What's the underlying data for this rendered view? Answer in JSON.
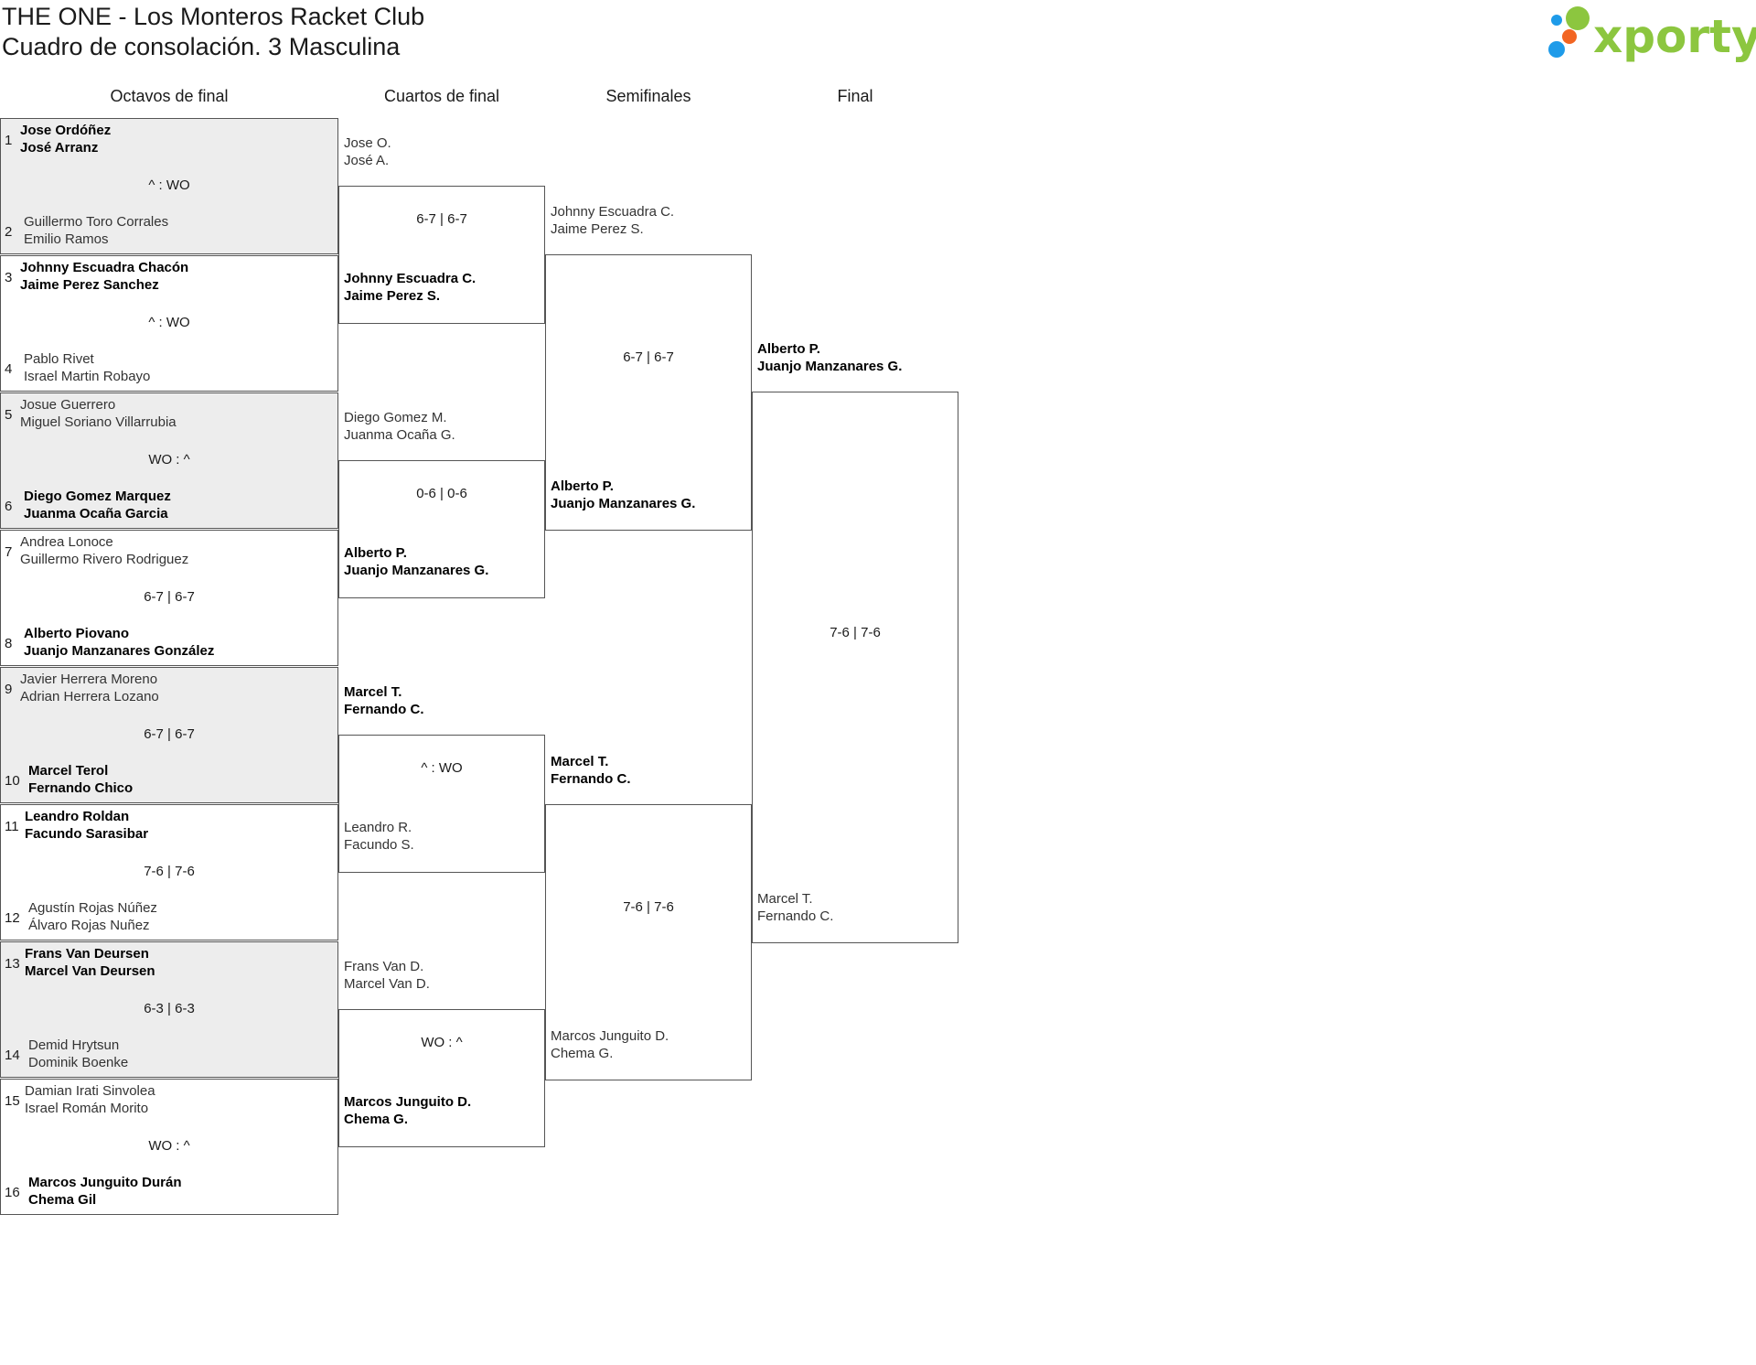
{
  "header": {
    "title": "THE ONE - Los Monteros Racket Club",
    "subtitle": "Cuadro de consolación. 3 Masculina",
    "logo_text": "xporty"
  },
  "rounds": [
    "Octavos de final",
    "Cuartos de final",
    "Semifinales",
    "Final"
  ],
  "octavos": [
    {
      "seed_a": "1",
      "pair_a": [
        "Jose Ordóñez",
        "José Arranz"
      ],
      "win_a": true,
      "seed_b": "2",
      "pair_b": [
        "Guillermo Toro Corrales",
        "Emilio Ramos"
      ],
      "win_b": false,
      "score": "^ : WO",
      "shaded": true
    },
    {
      "seed_a": "3",
      "pair_a": [
        "Johnny Escuadra Chacón",
        "Jaime Perez Sanchez"
      ],
      "win_a": true,
      "seed_b": "4",
      "pair_b": [
        "Pablo Rivet",
        "Israel Martin Robayo"
      ],
      "win_b": false,
      "score": "^ : WO",
      "shaded": false
    },
    {
      "seed_a": "5",
      "pair_a": [
        "Josue Guerrero",
        "Miguel Soriano Villarrubia"
      ],
      "win_a": false,
      "seed_b": "6",
      "pair_b": [
        "Diego Gomez Marquez",
        "Juanma Ocaña Garcia"
      ],
      "win_b": true,
      "score": "WO : ^",
      "shaded": true
    },
    {
      "seed_a": "7",
      "pair_a": [
        "Andrea Lonoce",
        "Guillermo Rivero Rodriguez"
      ],
      "win_a": false,
      "seed_b": "8",
      "pair_b": [
        "Alberto Piovano",
        "Juanjo Manzanares González"
      ],
      "win_b": true,
      "score": "6-7 | 6-7",
      "shaded": false
    },
    {
      "seed_a": "9",
      "pair_a": [
        "Javier Herrera Moreno",
        "Adrian Herrera Lozano"
      ],
      "win_a": false,
      "seed_b": "10",
      "pair_b": [
        "Marcel Terol",
        "Fernando Chico"
      ],
      "win_b": true,
      "score": "6-7 | 6-7",
      "shaded": true
    },
    {
      "seed_a": "11",
      "pair_a": [
        "Leandro Roldan",
        "Facundo Sarasibar"
      ],
      "win_a": true,
      "seed_b": "12",
      "pair_b": [
        "Agustín Rojas Núñez",
        "Álvaro Rojas Nuñez"
      ],
      "win_b": false,
      "score": "7-6 | 7-6",
      "shaded": false
    },
    {
      "seed_a": "13",
      "pair_a": [
        "Frans Van Deursen",
        "Marcel Van Deursen"
      ],
      "win_a": true,
      "seed_b": "14",
      "pair_b": [
        "Demid Hrytsun",
        "Dominik Boenke"
      ],
      "win_b": false,
      "score": "6-3 | 6-3",
      "shaded": true
    },
    {
      "seed_a": "15",
      "pair_a": [
        "Damian Irati Sinvolea",
        "Israel Román Morito"
      ],
      "win_a": false,
      "seed_b": "16",
      "pair_b": [
        "Marcos Junguito Durán",
        "Chema Gil"
      ],
      "win_b": true,
      "score": "WO : ^",
      "shaded": false
    }
  ],
  "cuartos": [
    {
      "pair_a": [
        "Jose O.",
        "José A."
      ],
      "win_a": false,
      "pair_b": [
        "Johnny Escuadra C.",
        "Jaime Perez S."
      ],
      "win_b": true,
      "score": "6-7 | 6-7"
    },
    {
      "pair_a": [
        "Diego Gomez M.",
        "Juanma Ocaña G."
      ],
      "win_a": false,
      "pair_b": [
        "Alberto P.",
        "Juanjo Manzanares G."
      ],
      "win_b": true,
      "score": "0-6 | 0-6"
    },
    {
      "pair_a": [
        "Marcel T.",
        "Fernando C."
      ],
      "win_a": true,
      "pair_b": [
        "Leandro R.",
        "Facundo S."
      ],
      "win_b": false,
      "score": "^ : WO"
    },
    {
      "pair_a": [
        "Frans Van D.",
        "Marcel Van D."
      ],
      "win_a": false,
      "pair_b": [
        "Marcos Junguito D.",
        "Chema G."
      ],
      "win_b": true,
      "score": "WO : ^"
    }
  ],
  "semis": [
    {
      "pair_a": [
        "Johnny Escuadra C.",
        "Jaime Perez S."
      ],
      "win_a": false,
      "pair_b": [
        "Alberto P.",
        "Juanjo Manzanares G."
      ],
      "win_b": true,
      "score": "6-7 | 6-7"
    },
    {
      "pair_a": [
        "Marcel T.",
        "Fernando C."
      ],
      "win_a": true,
      "pair_b": [
        "Marcos Junguito D.",
        "Chema G."
      ],
      "win_b": false,
      "score": "7-6 | 7-6"
    }
  ],
  "final": {
    "pair_a": [
      "Alberto P.",
      "Juanjo Manzanares G."
    ],
    "win_a": true,
    "pair_b": [
      "Marcel T.",
      "Fernando C."
    ],
    "win_b": false,
    "score": "7-6 | 7-6"
  },
  "colors": {
    "shaded": "#ededed",
    "border": "#555555",
    "logo_green": "#8cc63f",
    "logo_blue": "#1e9be9",
    "logo_orange": "#f26522"
  }
}
